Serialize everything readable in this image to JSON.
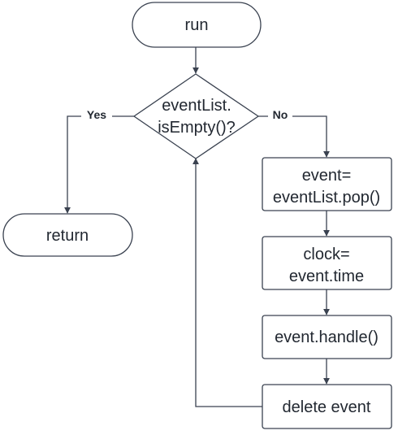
{
  "nodes": {
    "run": {
      "lines": [
        "run"
      ]
    },
    "decision": {
      "lines": [
        "eventList.",
        "isEmpty()?"
      ]
    },
    "return": {
      "lines": [
        "return"
      ]
    },
    "pop": {
      "lines": [
        "event=",
        "eventList.pop()"
      ]
    },
    "clock": {
      "lines": [
        "clock=",
        "event.time"
      ]
    },
    "handle": {
      "lines": [
        "event.handle()"
      ]
    },
    "delete": {
      "lines": [
        "delete event"
      ]
    }
  },
  "edges": {
    "yes_label": "Yes",
    "no_label": "No"
  },
  "colors": {
    "stroke": "#3a4250",
    "text": "#222831",
    "background": "#ffffff"
  }
}
